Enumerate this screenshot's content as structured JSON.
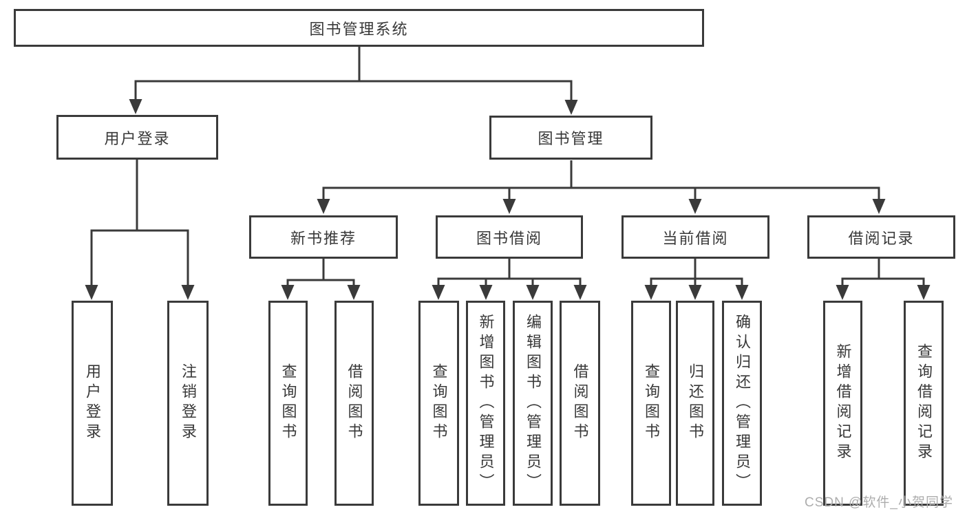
{
  "diagram": {
    "root": {
      "label": "图书管理系统"
    },
    "branches": [
      {
        "label": "用户登录",
        "children": [
          {
            "label": "用户登录"
          },
          {
            "label": "注销登录"
          }
        ]
      },
      {
        "label": "图书管理",
        "children": [
          {
            "label": "新书推荐",
            "children": [
              {
                "label": "查询图书"
              },
              {
                "label": "借阅图书"
              }
            ]
          },
          {
            "label": "图书借阅",
            "children": [
              {
                "label": "查询图书"
              },
              {
                "label": "新增图书（管理员）"
              },
              {
                "label": "编辑图书（管理员）"
              },
              {
                "label": "借阅图书"
              }
            ]
          },
          {
            "label": "当前借阅",
            "children": [
              {
                "label": "查询图书"
              },
              {
                "label": "归还图书"
              },
              {
                "label": "确认归还（管理员）"
              }
            ]
          },
          {
            "label": "借阅记录",
            "children": [
              {
                "label": "新增借阅记录"
              },
              {
                "label": "查询借阅记录"
              }
            ]
          }
        ]
      }
    ]
  },
  "watermark": {
    "text": "CSDN @软件_小贺同学"
  },
  "colors": {
    "line": "#3a3a3a",
    "text": "#383838",
    "watermark": "#adadad",
    "background": "#ffffff"
  }
}
